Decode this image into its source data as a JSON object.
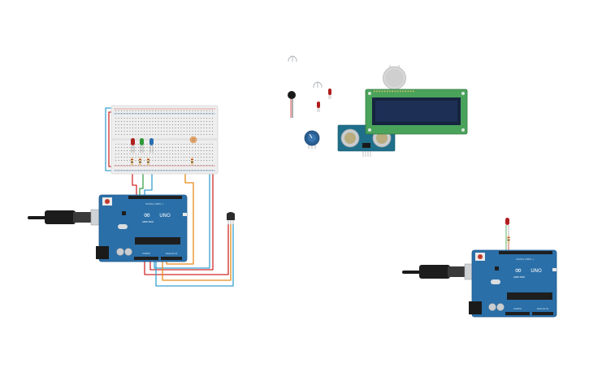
{
  "colors": {
    "arduino_blue": "#2a6fa8",
    "arduino_dark": "#1f5a8c",
    "breadboard": "#eeeeee",
    "breadboard_rail": "#e0e0e0",
    "lcd_pcb": "#4aa35a",
    "lcd_screen": "#1d2f55",
    "sensor_pcb": "#1f6f8a",
    "wire_red": "#d12b2b",
    "wire_orange": "#e68a1a",
    "wire_blue": "#38a0d0",
    "wire_green": "#3aa04a",
    "led_red": "#b01e1e",
    "led_green": "#2e9a3a",
    "led_blue": "#2a6fb0"
  },
  "board": {
    "brand_logo": "∞",
    "model": "UNO",
    "brand": "ARDUINO",
    "header_digital": "DIGITAL (PWM~)",
    "header_power": "POWER",
    "header_analog": "ANALOG IN"
  },
  "icons": {
    "usb": "usb-cable-icon",
    "reset": "reset-button-icon",
    "led": "led-icon",
    "resistor": "resistor-icon",
    "potentiometer": "potentiometer-icon",
    "sensor": "ultrasonic-sensor-icon",
    "lcd": "lcd-display-icon",
    "temperature": "temperature-sensor-icon",
    "motor": "vibration-motor-icon",
    "photoresistor": "photoresistor-icon"
  }
}
